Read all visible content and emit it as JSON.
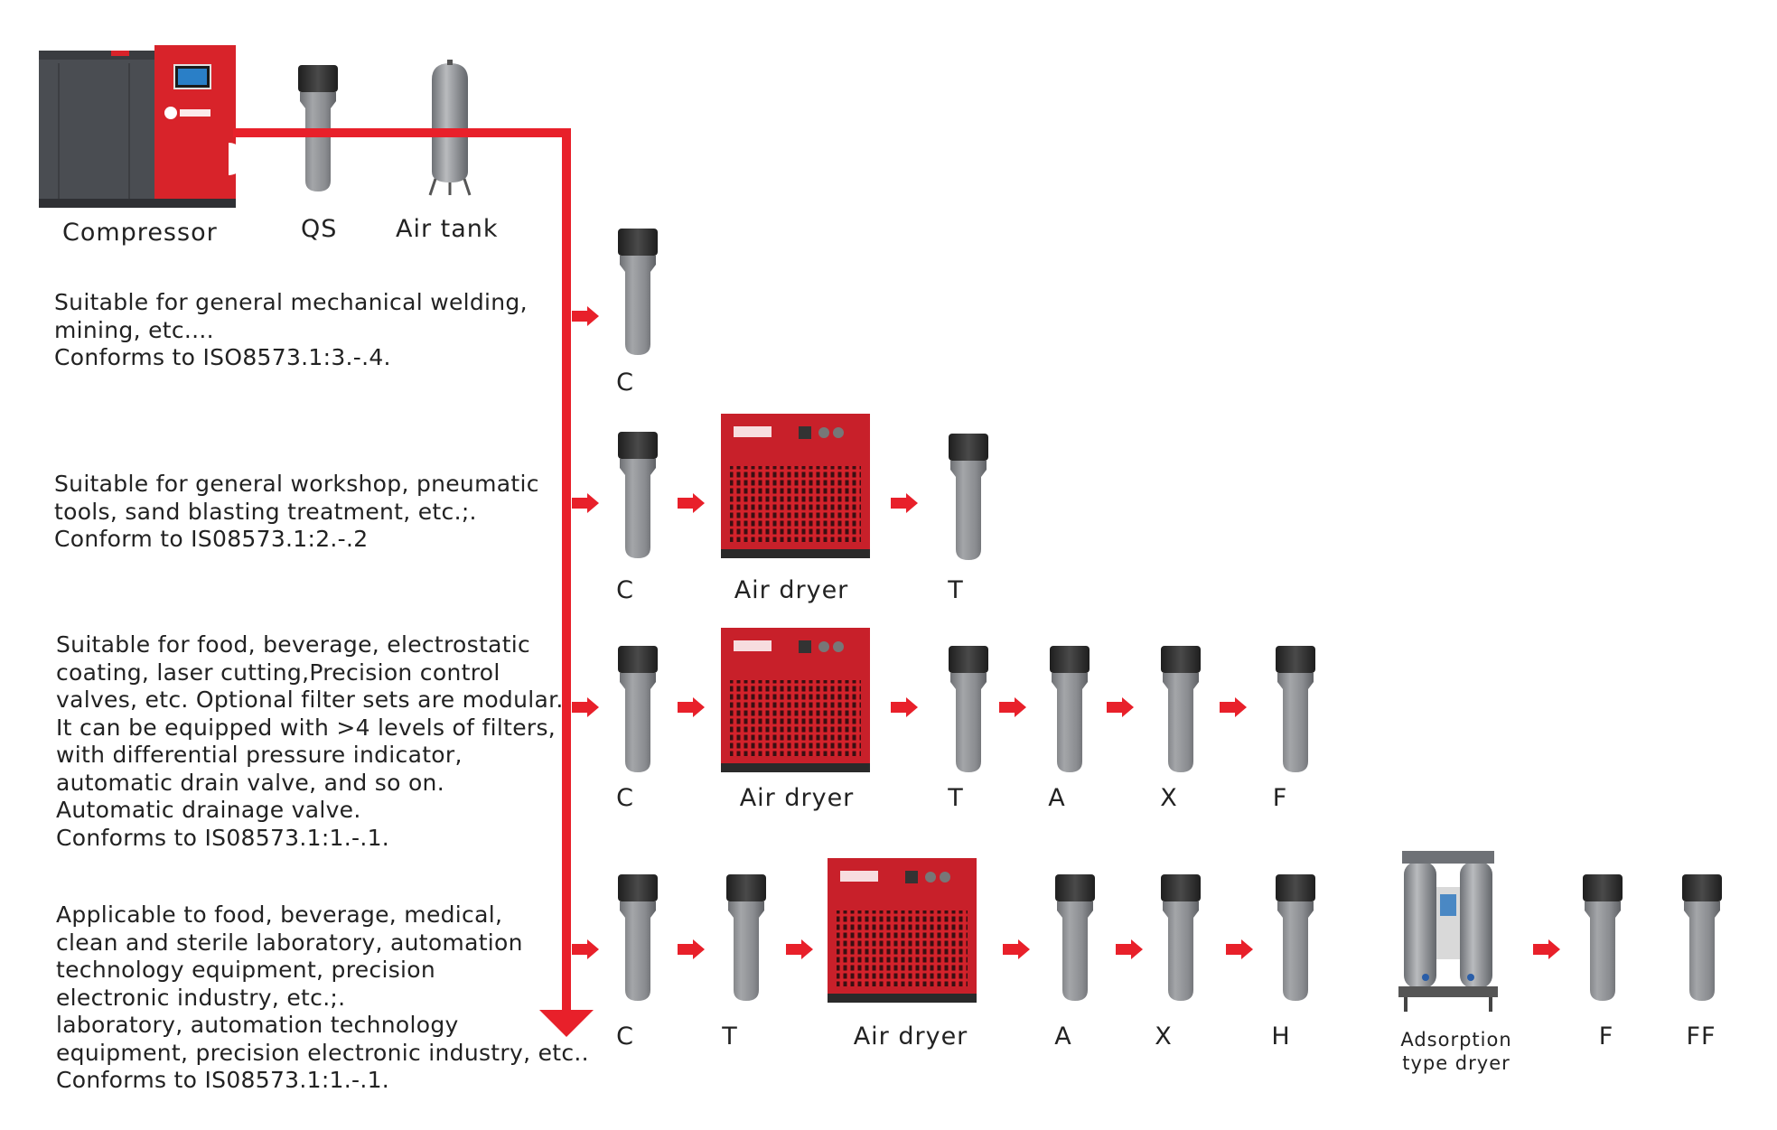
{
  "top": {
    "compressor_label": "Compressor",
    "qs_label": "QS",
    "air_tank_label": "Air tank"
  },
  "descriptions": [
    "Suitable for general mechanical welding,\nmining, etc....\nConforms to ISO8573.1:3.-.4.",
    "Suitable for general workshop, pneumatic\ntools, sand blasting treatment, etc.;.\nConform to IS08573.1:2.-.2",
    "Suitable for food, beverage, electrostatic\ncoating, laser cutting,Precision control\nvalves, etc. Optional filter sets are modular.\nIt can be equipped with >4 levels of filters,\nwith differential pressure indicator,\nautomatic drain valve, and so on.\nAutomatic drainage valve.\nConforms to IS08573.1:1.-.1.",
    "Applicable to food, beverage, medical,\nclean and sterile laboratory, automation\ntechnology equipment, precision\nelectronic industry, etc.;.\nlaboratory, automation technology\nequipment, precision electronic industry, etc..\nConforms to IS08573.1:1.-.1."
  ],
  "rows": [
    {
      "labels": [
        "C"
      ]
    },
    {
      "labels": [
        "C",
        "Air dryer",
        "T"
      ]
    },
    {
      "labels": [
        "C",
        "Air dryer",
        "T",
        "A",
        "X",
        "F"
      ]
    },
    {
      "labels": [
        "C",
        "T",
        "Air dryer",
        "A",
        "X",
        "H",
        "Adsorption\ntype dryer",
        "F",
        "FF"
      ]
    }
  ],
  "colors": {
    "pipe": "#e8202a",
    "filter_body": "#8d8f92",
    "filter_head": "#2b2b2b",
    "dryer_body": "#c8202a",
    "dryer_grille": "#3a0f12",
    "compressor_red": "#d8232a",
    "compressor_grey": "#4a4d52"
  },
  "icons": {
    "compressor": "air-compressor-icon",
    "filter": "filter-icon",
    "tank": "air-tank-icon",
    "dryer": "refrigerated-dryer-icon",
    "adsorption_dryer": "adsorption-dryer-icon",
    "arrow": "arrow-right-icon"
  }
}
